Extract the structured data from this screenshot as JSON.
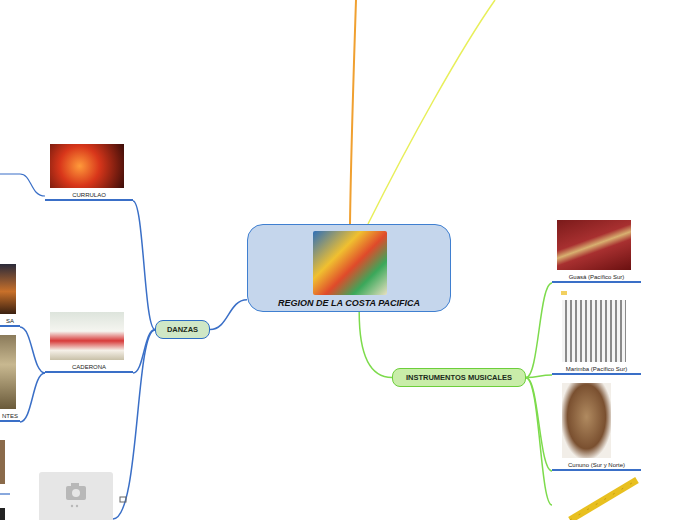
{
  "diagram": {
    "nodes": [
      {
        "text": [
          "REGION DE LA COSTA PACIFICA"
        ]
      },
      {
        "text": [
          "DANZAS"
        ]
      },
      {
        "text": [
          "CURRULAO"
        ]
      },
      {
        "text": [
          "CADERONA"
        ]
      },
      {
        "text": [
          "SA"
        ]
      },
      {
        "text": [
          "NTES"
        ]
      },
      {
        "text": [
          "INSTRUMENTOS MUSICALES"
        ]
      },
      {
        "text": [
          "Guasá (Pacífico Sur)"
        ]
      },
      {
        "text": [
          "Marimba (Pacífico Sur)"
        ]
      },
      {
        "text": [
          "Cununo (Sur y Norte)"
        ]
      }
    ],
    "edges": [
      {
        "from": 0,
        "to": 1,
        "arrow": "none"
      },
      {
        "from": 0,
        "to": 6,
        "arrow": "none"
      },
      {
        "from": 1,
        "to": 2,
        "arrow": "none"
      },
      {
        "from": 1,
        "to": 3,
        "arrow": "none"
      },
      {
        "from": 3,
        "to": 4,
        "arrow": "none"
      },
      {
        "from": 3,
        "to": 5,
        "arrow": "none"
      },
      {
        "from": 6,
        "to": 7,
        "arrow": "none"
      },
      {
        "from": 6,
        "to": 8,
        "arrow": "none"
      },
      {
        "from": 6,
        "to": 9,
        "arrow": "none"
      }
    ]
  }
}
